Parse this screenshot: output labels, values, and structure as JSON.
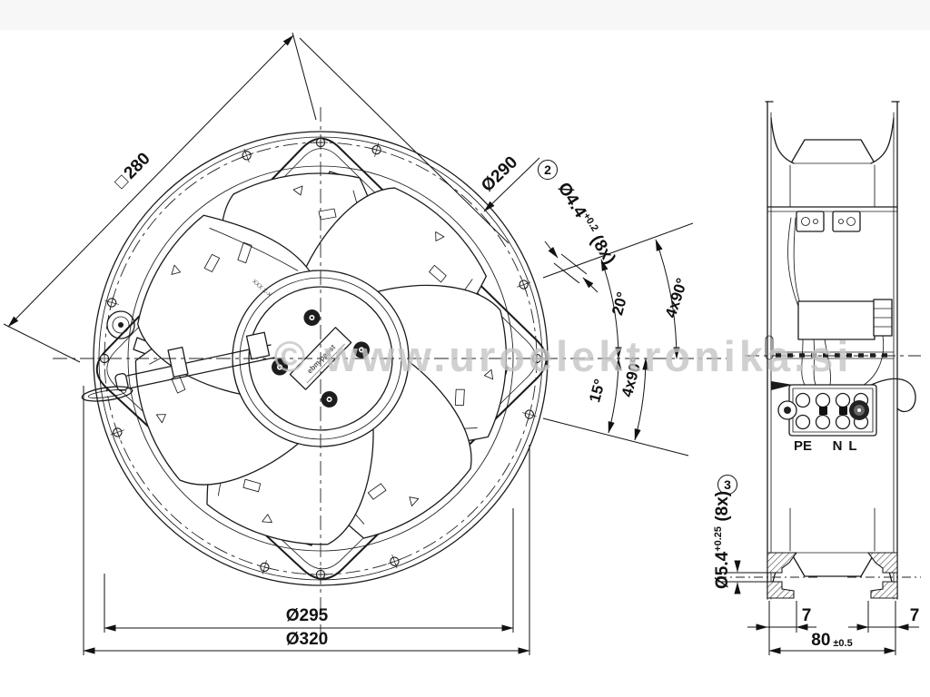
{
  "watermark": {
    "text": "© www.uroelektronika.si"
  },
  "front_view": {
    "dims": {
      "square": {
        "prefix": "□",
        "value": "280"
      },
      "circle290": "Ø290",
      "circle295": "Ø295",
      "circle320": "Ø320",
      "hole": {
        "ref": "2",
        "base": "Ø4.4",
        "tol": "+0.2",
        "count": " (8x)"
      },
      "angle20": "20°",
      "angle15": "15°",
      "pattern_top": "4x90°",
      "pattern_bottom": "4x90°"
    },
    "hub": {
      "brand": "ebm-papst",
      "marking": "XXX X-X"
    }
  },
  "side_view": {
    "dims": {
      "hole": {
        "ref": "3",
        "base": "Ø5.4",
        "tol": "+0.25",
        "count": " (8x)"
      },
      "flange_left": "7",
      "flange_right": "7",
      "depth": {
        "base": "80",
        "tol": "±0.5"
      }
    },
    "terminals": {
      "pe": "PE",
      "n": "N",
      "l": "L"
    }
  },
  "colors": {
    "line": "#1b1b1b",
    "centerline": "#222222",
    "watermark": "#c5c5c5",
    "background": "#ffffff",
    "paper_top": "#f7f7f8"
  }
}
